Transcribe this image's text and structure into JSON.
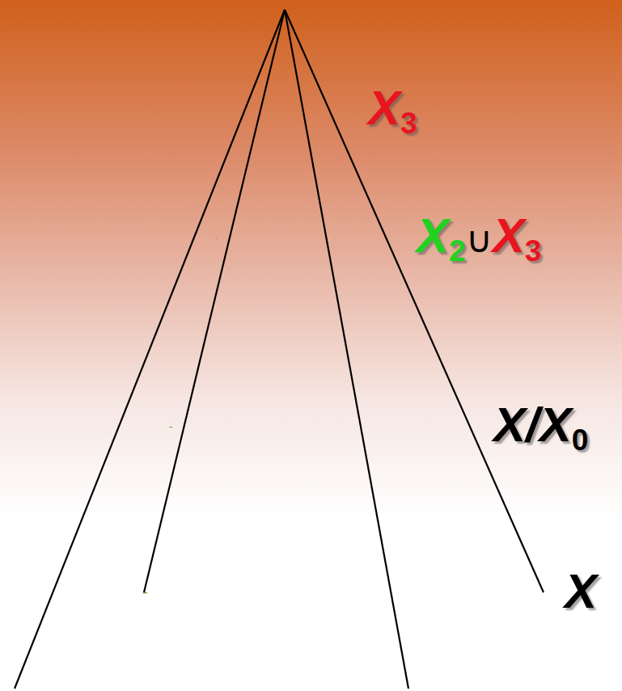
{
  "diagram": {
    "labels": [
      "X3",
      "X2∪X3",
      "X/X0",
      "X"
    ]
  }
}
